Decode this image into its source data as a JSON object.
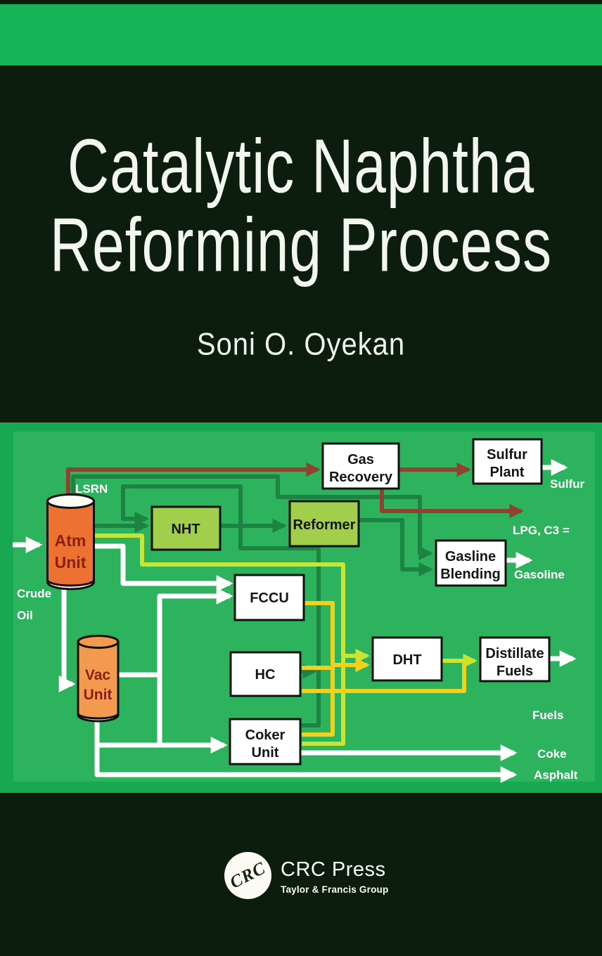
{
  "cover": {
    "title_line1": "Catalytic Naphtha",
    "title_line2": "Reforming Process",
    "author": "Soni O. Oyekan"
  },
  "diagram": {
    "vessels": {
      "atm": {
        "line1": "Atm",
        "line2": "Unit"
      },
      "vac": {
        "line1": "Vac",
        "line2": "Unit"
      }
    },
    "green_units": {
      "nht": "NHT",
      "reformer": "Reformer"
    },
    "boxes": {
      "gas_recovery": {
        "line1": "Gas",
        "line2": "Recovery"
      },
      "sulfur_plant": {
        "line1": "Sulfur",
        "line2": "Plant"
      },
      "gasline_blending": {
        "line1": "Gasline",
        "line2": "Blending"
      },
      "fccu": "FCCU",
      "hc": "HC",
      "dht": "DHT",
      "distillate_fuels": {
        "line1": "Distillate",
        "line2": "Fuels"
      },
      "coker_unit": {
        "line1": "Coker",
        "line2": "Unit"
      }
    },
    "stream_labels": {
      "lsrn": "LSRN",
      "crude_line1": "Crude",
      "crude_line2": "Oil",
      "sulfur": "Sulfur",
      "lpg": "LPG, C3 =",
      "gasoline": "Gasoline",
      "fuels": "Fuels",
      "coke": "Coke",
      "asphalt": "Asphalt"
    },
    "colors": {
      "top_bar_green": "#14b358",
      "dark_band": "#0c1d0e",
      "frame_green": "#18a852",
      "panel_green": "#2db25e",
      "line_dark_green": "#1d8343",
      "line_chartreuse": "#c9e431",
      "line_yellow": "#f2d11d",
      "line_brown": "#8e4230",
      "line_white": "#ffffff",
      "vessel_atm_orange": "#ed7130",
      "vessel_vac_orange": "#f29a4d",
      "unit_box_green": "#a2cf4b",
      "white_box": "#ffffff"
    }
  },
  "publisher": {
    "monogram": "CRC",
    "name": "CRC Press",
    "tagline": "Taylor & Francis Group"
  }
}
